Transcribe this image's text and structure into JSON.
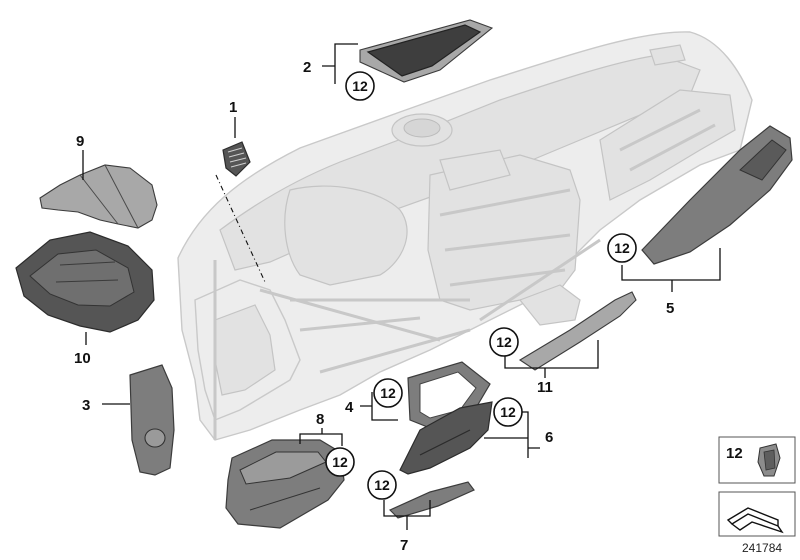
{
  "labels": {
    "part1": "1",
    "part2": "2",
    "part3": "3",
    "part4": "4",
    "part5": "5",
    "part6": "6",
    "part7": "7",
    "part8": "8",
    "part9": "9",
    "part10": "10",
    "part11": "11"
  },
  "callouts": {
    "clip": "12"
  },
  "legend": {
    "clip_label": "12"
  },
  "reference_number": "241784"
}
